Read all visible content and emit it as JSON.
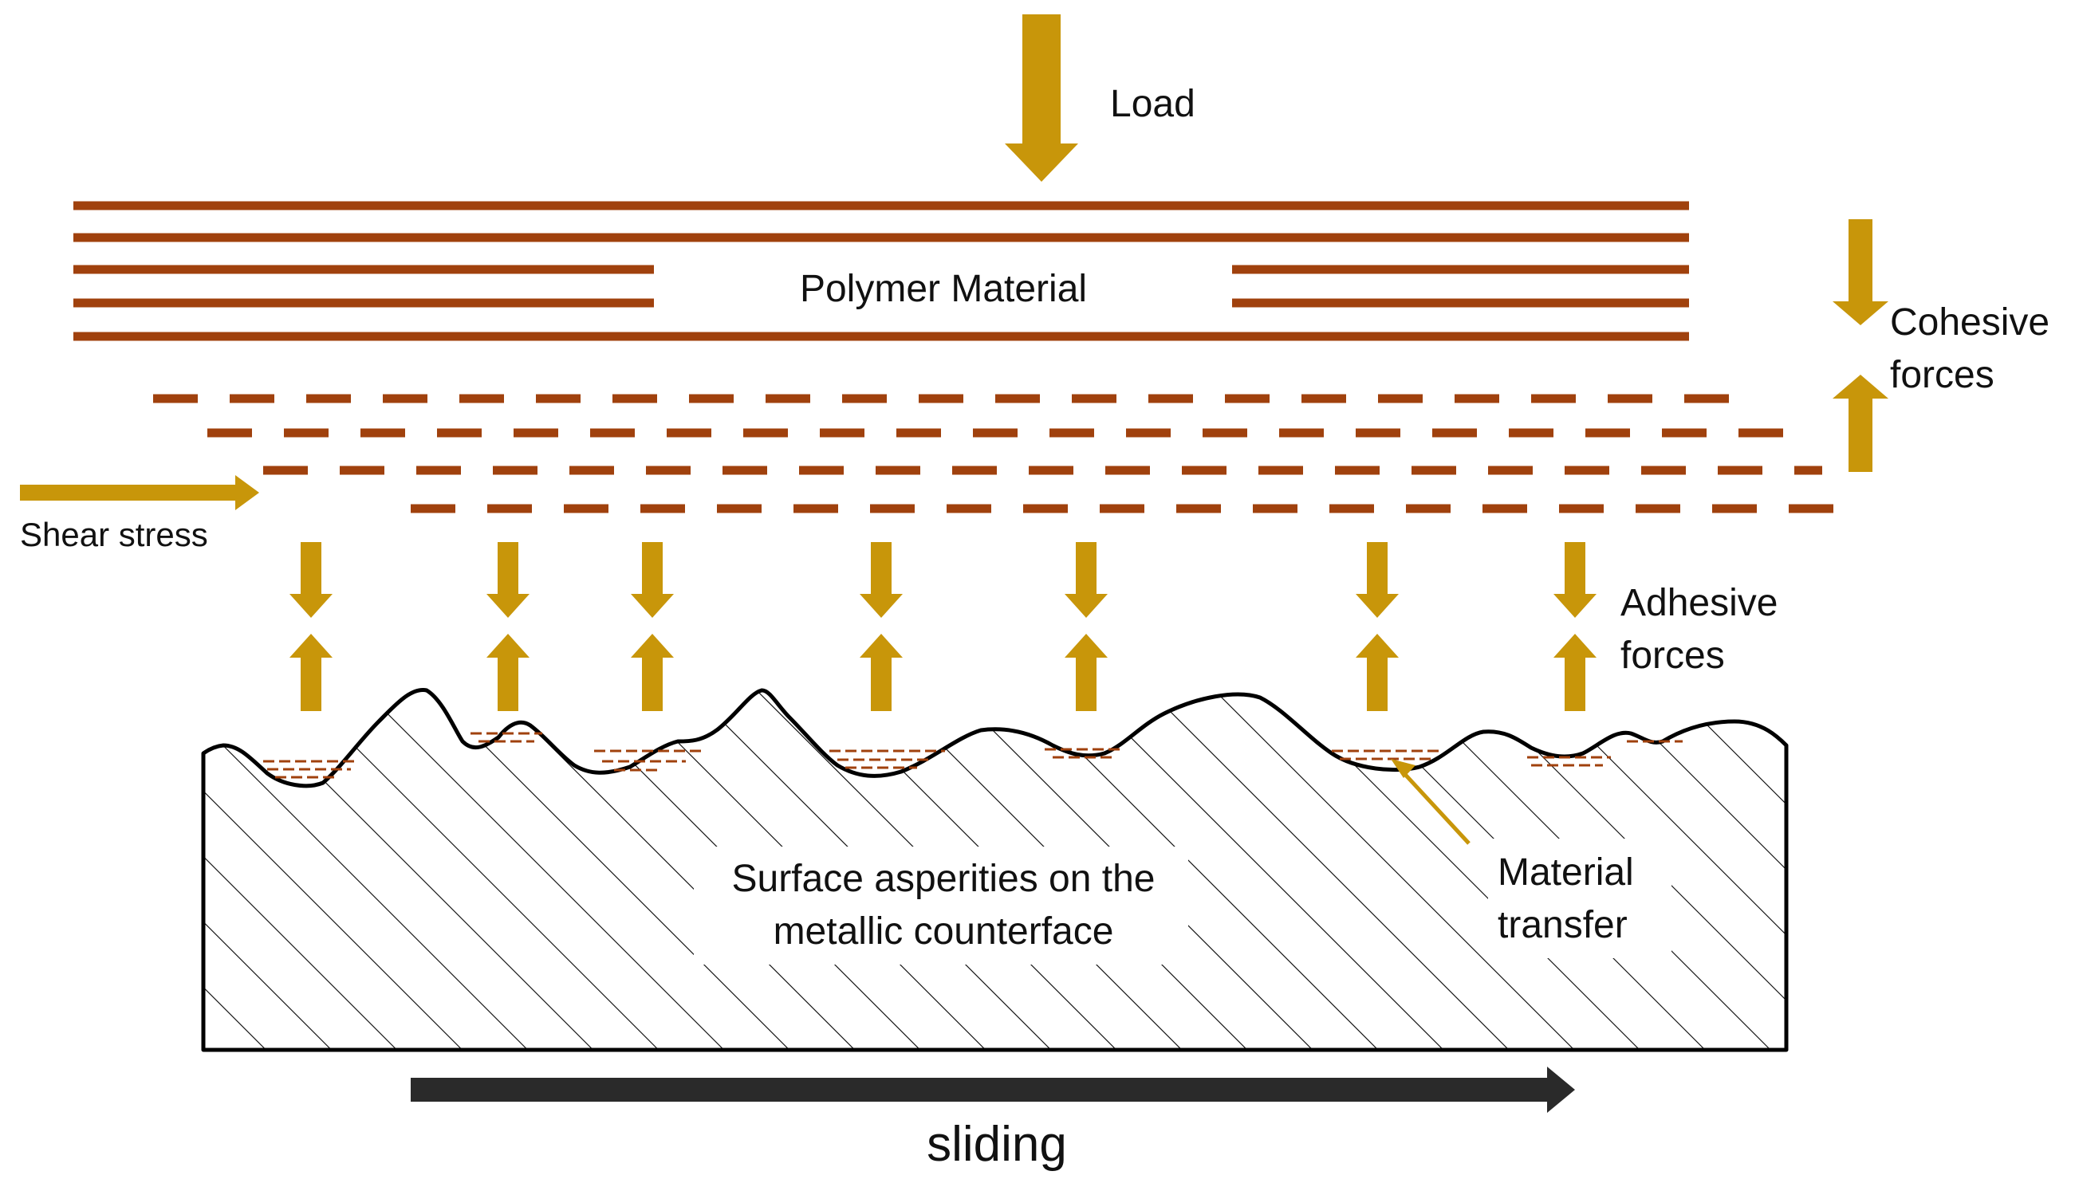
{
  "labels": {
    "load": "Load",
    "polymer": "Polymer Material",
    "cohesive_line1": "Cohesive",
    "cohesive_line2": "forces",
    "shear": "Shear stress",
    "adhesive_line1": "Adhesive",
    "adhesive_line2": "forces",
    "surface_line1": "Surface asperities on the",
    "surface_line2": "metallic counterface",
    "transfer_line1": "Material",
    "transfer_line2": "transfer",
    "sliding": "sliding"
  },
  "colors": {
    "polymer_layer": "#a0410d",
    "arrow": "#c8960a",
    "outline": "#000000",
    "sliding_arrow": "#2a2a2a",
    "text": "#111111"
  },
  "icons": {
    "load": "down-arrow-icon",
    "cohesive": "opposing-vertical-arrows-icon",
    "shear": "right-arrow-icon",
    "adhesive": "opposing-vertical-arrows-icon",
    "transfer": "pointer-arrow-icon",
    "sliding": "right-arrow-icon"
  }
}
